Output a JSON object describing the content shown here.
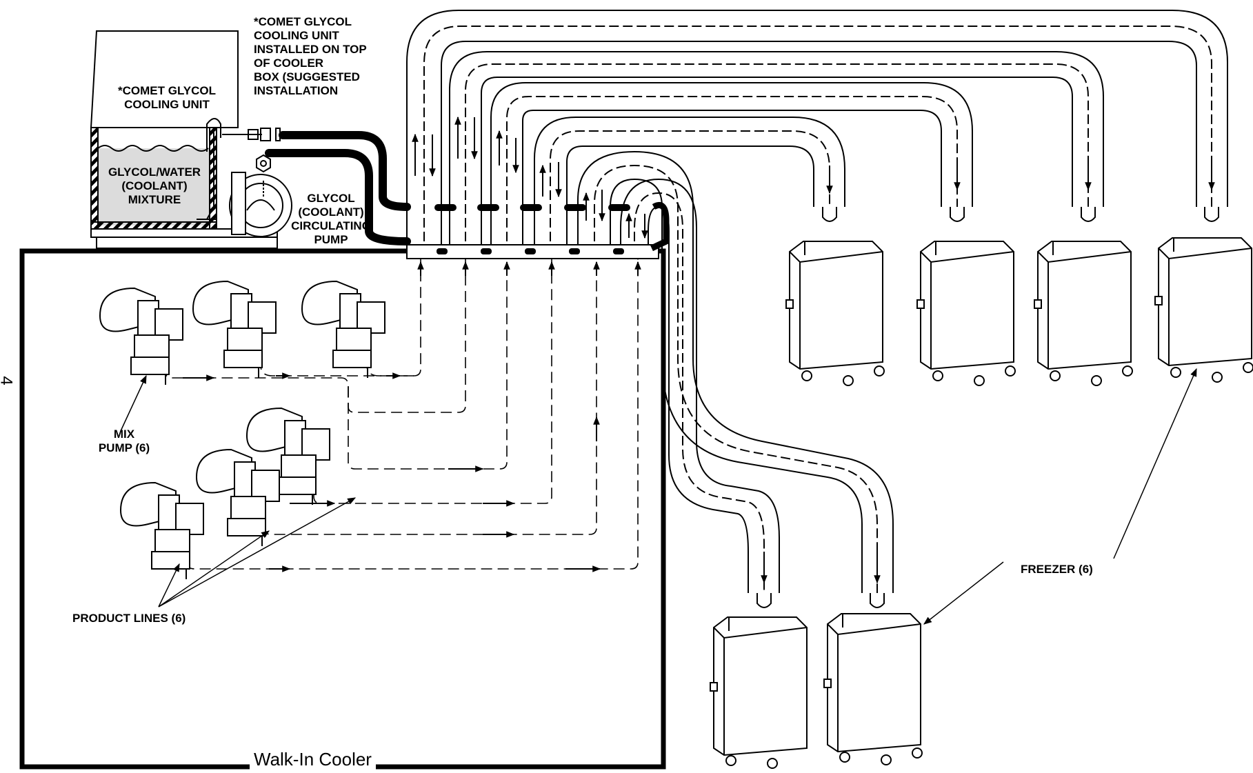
{
  "page_number": "4",
  "labels": {
    "comet_top": [
      "*COMET GLYCOL",
      "COOLING UNIT",
      "INSTALLED ON TOP",
      "OF COOLER",
      "BOX (SUGGESTED",
      "INSTALLATION"
    ],
    "comet_unit": [
      "*COMET GLYCOL",
      "COOLING UNIT"
    ],
    "mixture": [
      "GLYCOL/WATER",
      "(COOLANT)",
      "MIXTURE"
    ],
    "pump": [
      "GLYCOL",
      "(COOLANT)",
      "CIRCULATING",
      "PUMP"
    ],
    "mix_pump": [
      "MIX",
      "PUMP (6)"
    ],
    "product_lines": "PRODUCT LINES (6)",
    "freezer": "FREEZER (6)",
    "walkin": "Walk-In Cooler"
  },
  "colors": {
    "line": "#000000",
    "coolant_fill": "#dcdcdc",
    "background": "#ffffff"
  }
}
